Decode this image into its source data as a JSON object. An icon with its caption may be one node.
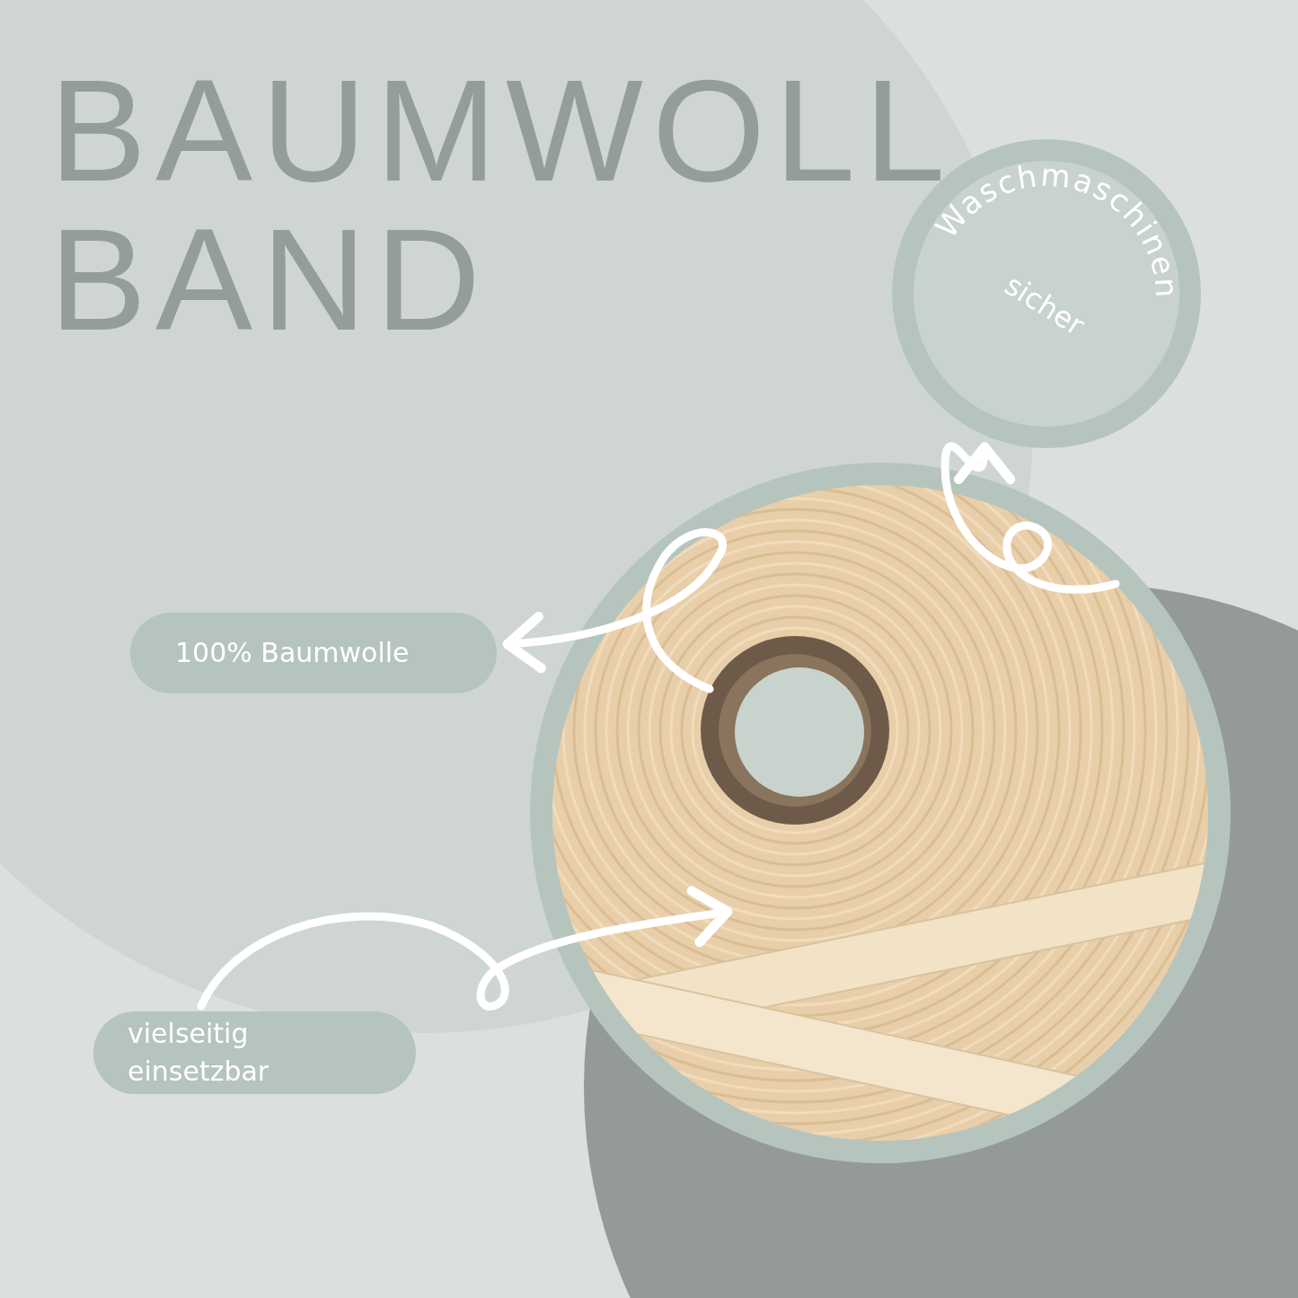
{
  "diagram": {
    "title": "BAUMWOLL BAND",
    "nodes": [
      {
        "text": [
          "Waschmaschinen",
          "sicher"
        ]
      },
      {
        "text": [
          "100% Baumwolle"
        ]
      },
      {
        "text": [
          "vielseitig einsetzbar"
        ]
      },
      {
        "text": [],
        "shape": "picture"
      }
    ],
    "edges": [
      {
        "from": 3,
        "to": 0,
        "arrow": "to"
      },
      {
        "from": 3,
        "to": 1,
        "arrow": "to"
      },
      {
        "from": 2,
        "to": 3,
        "arrow": "to"
      }
    ]
  }
}
